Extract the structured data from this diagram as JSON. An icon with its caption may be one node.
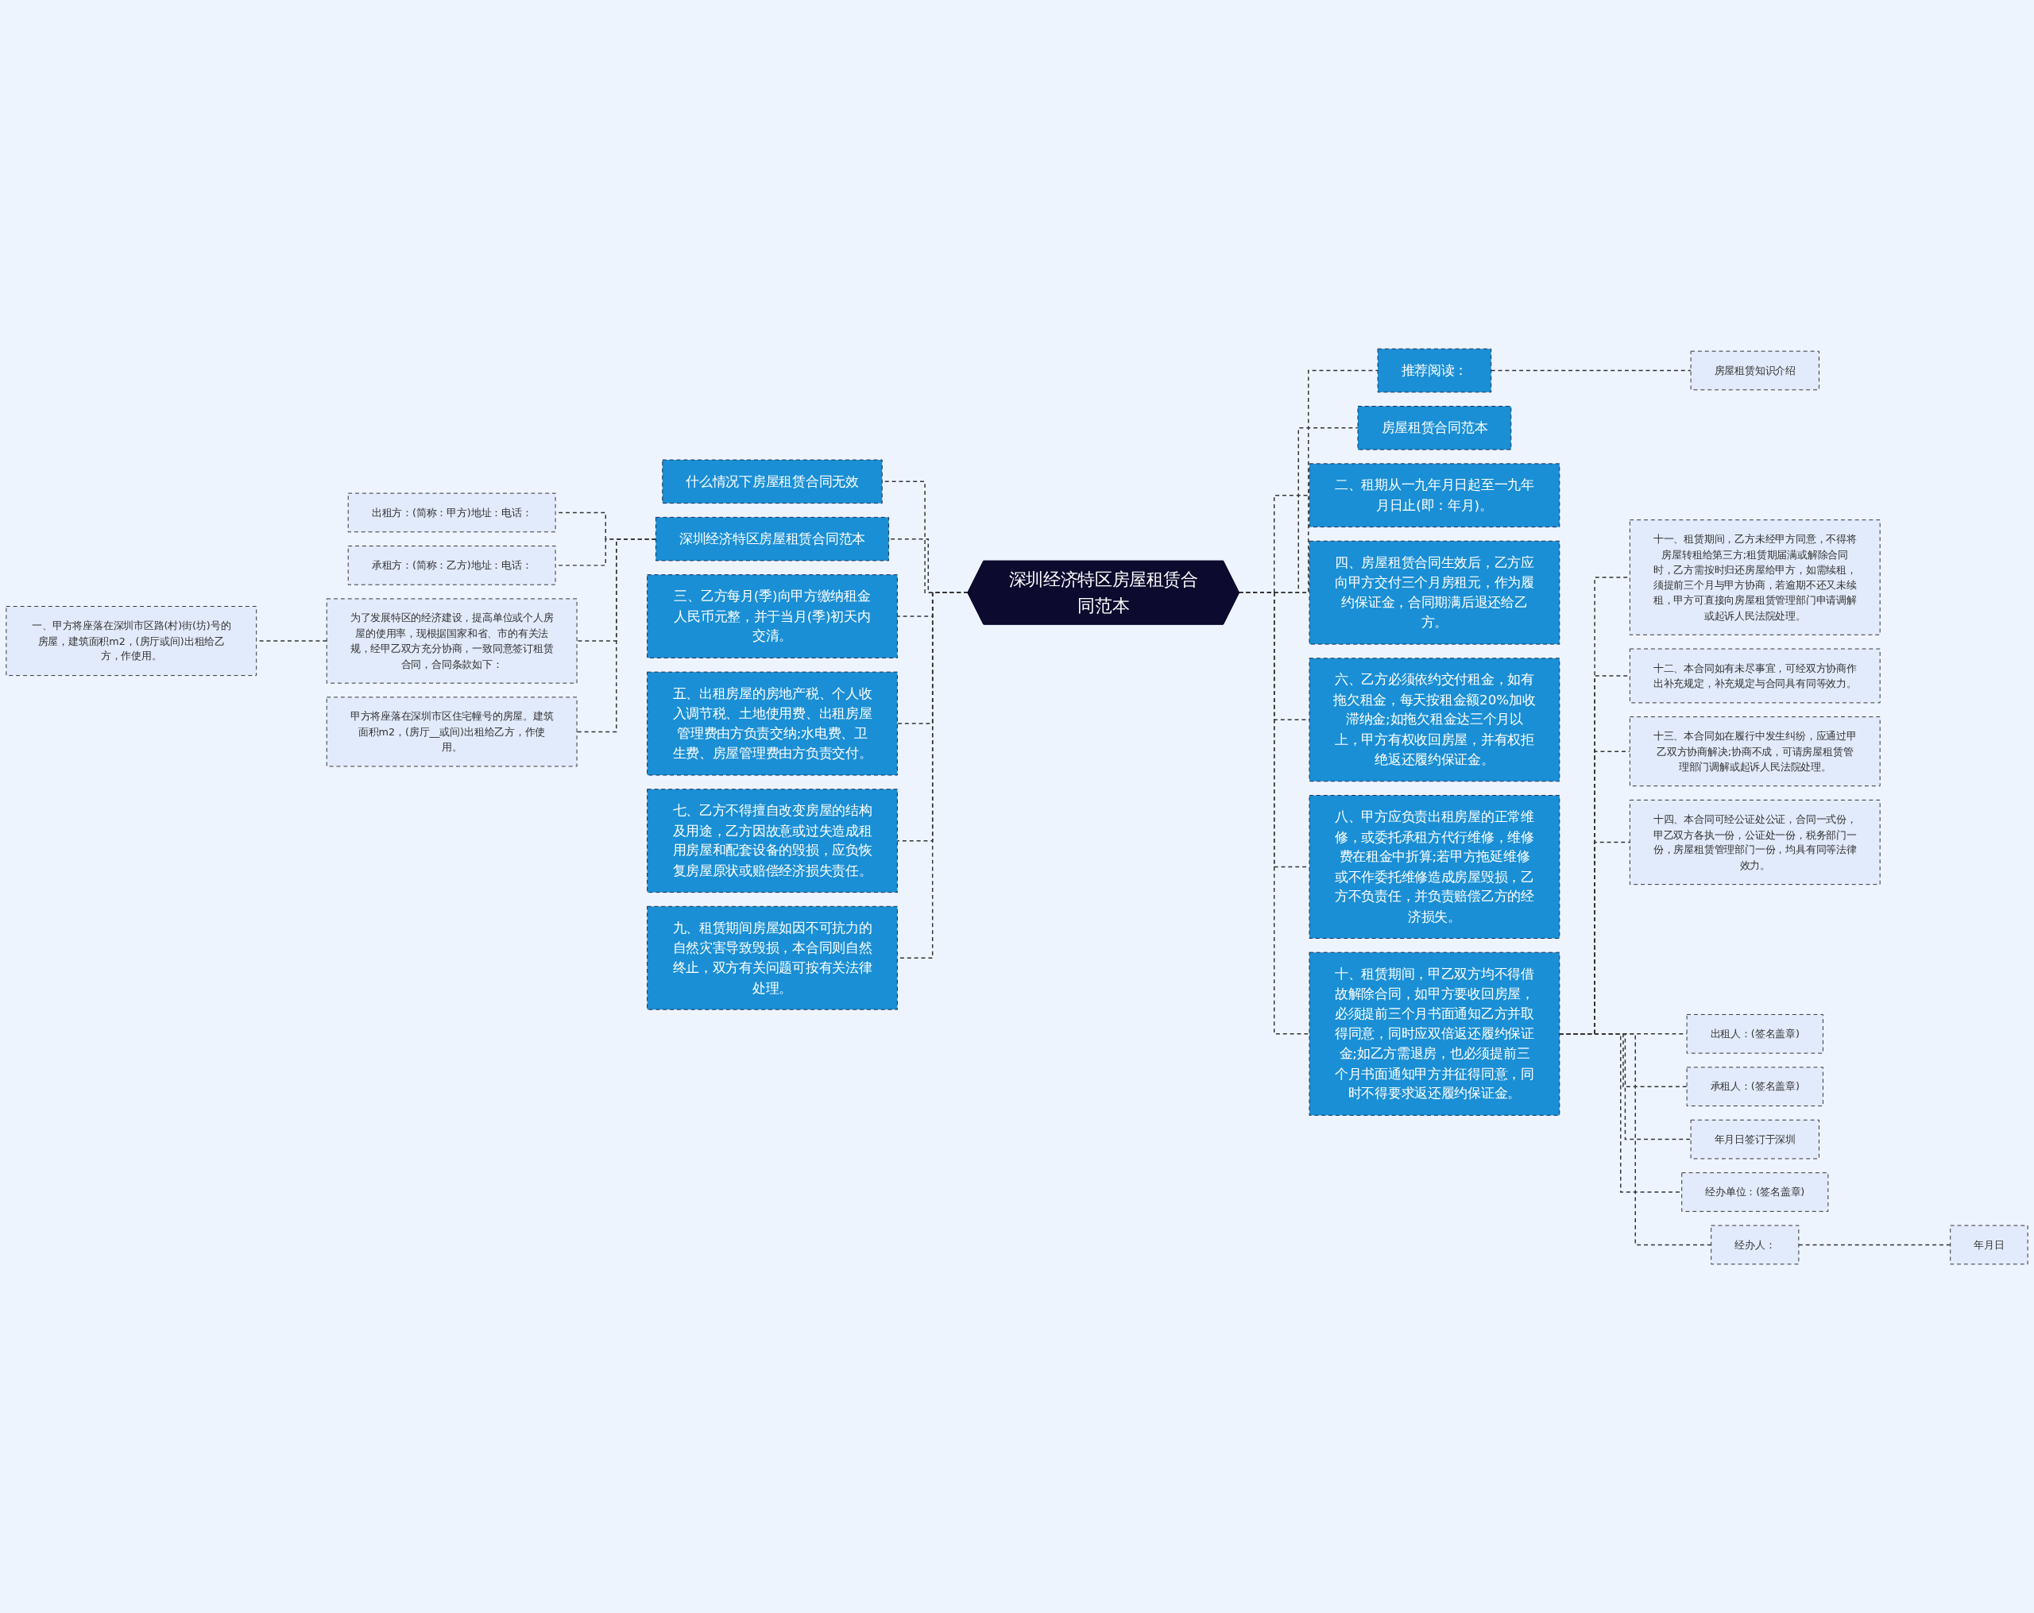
{
  "diagram": {
    "nodes": [
      {
        "text": [
          "深圳经济特区房屋租赁合同范本"
        ]
      },
      {
        "text": [
          "什么情况下房屋租赁合同无效"
        ]
      },
      {
        "text": [
          "深圳经济特区房屋租赁合同范本"
        ]
      },
      {
        "text": [
          "出租方：(简称：甲方)地址：电话："
        ]
      },
      {
        "text": [
          "承租方：(简称：乙方)地址：电话："
        ]
      },
      {
        "text": [
          "为了发展特区的经济建设，提高单位或个人房屋的使用率，现根据国家和省、市的有关法规，经甲乙双方充分协商，一致同意签订租赁合同，合同条款如下："
        ]
      },
      {
        "text": [
          "一、甲方将座落在深圳市区路(村)街(坊)号的房屋，建筑面积m2，(房厅或间)出租给乙方，作使用。"
        ]
      },
      {
        "text": [
          "甲方将座落在深圳市区住宅幢号的房屋。建筑面积m2，(房厅__或间)出租给乙方，作使用。"
        ]
      },
      {
        "text": [
          "三、乙方每月(季)向甲方缴纳租金人民币元整，并于当月(季)初天内交清。"
        ]
      },
      {
        "text": [
          "五、出租房屋的房地产税、个人收入调节税、土地使用费、出租房屋管理费由方负责交纳;水电费、卫生费、房屋管理费由方负责交付。"
        ]
      },
      {
        "text": [
          "七、乙方不得擅自改变房屋的结构及用途，乙方因故意或过失造成租用房屋和配套设备的毁损，应负恢复房屋原状或赔偿经济损失责任。"
        ]
      },
      {
        "text": [
          "九、租赁期间房屋如因不可抗力的自然灾害导致毁损，本合同则自然终止，双方有关问题可按有关法律处理。"
        ]
      },
      {
        "text": [
          "推荐阅读："
        ]
      },
      {
        "text": [
          "房屋租赁知识介绍"
        ]
      },
      {
        "text": [
          "房屋租赁合同范本"
        ]
      },
      {
        "text": [
          "二、租期从一九年月日起至一九年月日止(即：年月)。"
        ]
      },
      {
        "text": [
          "四、房屋租赁合同生效后，乙方应向甲方交付三个月房租元，作为履约保证金，合同期满后退还给乙方。"
        ]
      },
      {
        "text": [
          "六、乙方必须依约交付租金，如有拖欠租金，每天按租金额20%加收滞纳金;如拖欠租金达三个月以上，甲方有权收回房屋，并有权拒绝返还履约保证金。"
        ]
      },
      {
        "text": [
          "八、甲方应负责出租房屋的正常维修，或委托承租方代行维修，维修费在租金中折算;若甲方拖延维修或不作委托维修造成房屋毁损，乙方不负责任，并负责赔偿乙方的经济损失。"
        ]
      },
      {
        "text": [
          "十、租赁期间，甲乙双方均不得借故解除合同，如甲方要收回房屋，必须提前三个月书面通知乙方并取得同意，同时应双倍返还履约保证金;如乙方需退房，也必须提前三个月书面通知甲方并征得同意，同时不得要求返还履约保证金。"
        ]
      },
      {
        "text": [
          "十一、租赁期间，乙方未经甲方同意，不得将房屋转租给第三方;租赁期届满或解除合同时，乙方需按时归还房屋给甲方，如需续租，须提前三个月与甲方协商，若逾期不还又未续租，甲方可直接向房屋租赁管理部门申请调解或起诉人民法院处理。"
        ]
      },
      {
        "text": [
          "十二、本合同如有未尽事宜，可经双方协商作出补充规定，补充规定与合同具有同等效力。"
        ]
      },
      {
        "text": [
          "十三、本合同如在履行中发生纠纷，应通过甲乙双方协商解决;协商不成，可请房屋租赁管理部门调解或起诉人民法院处理。"
        ]
      },
      {
        "text": [
          "十四、本合同可经公证处公证，合同一式份，甲乙双方各执一份，公证处一份，税务部门一份，房屋租赁管理部门一份，均具有同等法律效力。"
        ]
      },
      {
        "text": [
          "出租人：(签名盖章)"
        ]
      },
      {
        "text": [
          "承租人：(签名盖章)"
        ]
      },
      {
        "text": [
          "年月日签订于深圳"
        ]
      },
      {
        "text": [
          "经办单位：(签名盖章)"
        ]
      },
      {
        "text": [
          "经办人："
        ]
      },
      {
        "text": [
          "年月日"
        ]
      }
    ],
    "edges": [
      {
        "from": 0,
        "to": 1,
        "arrow": "none"
      },
      {
        "from": 0,
        "to": 2,
        "arrow": "none"
      },
      {
        "from": 2,
        "to": 3,
        "arrow": "none"
      },
      {
        "from": 2,
        "to": 4,
        "arrow": "none"
      },
      {
        "from": 2,
        "to": 5,
        "arrow": "none"
      },
      {
        "from": 5,
        "to": 6,
        "arrow": "none"
      },
      {
        "from": 2,
        "to": 7,
        "arrow": "none"
      },
      {
        "from": 0,
        "to": 8,
        "arrow": "none"
      },
      {
        "from": 0,
        "to": 9,
        "arrow": "none"
      },
      {
        "from": 0,
        "to": 10,
        "arrow": "none"
      },
      {
        "from": 0,
        "to": 11,
        "arrow": "none"
      },
      {
        "from": 0,
        "to": 12,
        "arrow": "none"
      },
      {
        "from": 12,
        "to": 13,
        "arrow": "none"
      },
      {
        "from": 0,
        "to": 14,
        "arrow": "none"
      },
      {
        "from": 0,
        "to": 15,
        "arrow": "none"
      },
      {
        "from": 0,
        "to": 16,
        "arrow": "none"
      },
      {
        "from": 0,
        "to": 17,
        "arrow": "none"
      },
      {
        "from": 0,
        "to": 18,
        "arrow": "none"
      },
      {
        "from": 0,
        "to": 19,
        "arrow": "none"
      },
      {
        "from": 19,
        "to": 20,
        "arrow": "none"
      },
      {
        "from": 19,
        "to": 21,
        "arrow": "none"
      },
      {
        "from": 19,
        "to": 22,
        "arrow": "none"
      },
      {
        "from": 19,
        "to": 23,
        "arrow": "none"
      },
      {
        "from": 19,
        "to": 24,
        "arrow": "none"
      },
      {
        "from": 19,
        "to": 25,
        "arrow": "none"
      },
      {
        "from": 19,
        "to": 26,
        "arrow": "none"
      },
      {
        "from": 19,
        "to": 27,
        "arrow": "none"
      },
      {
        "from": 19,
        "to": 28,
        "arrow": "none"
      },
      {
        "from": 28,
        "to": 29,
        "arrow": "none"
      }
    ]
  }
}
